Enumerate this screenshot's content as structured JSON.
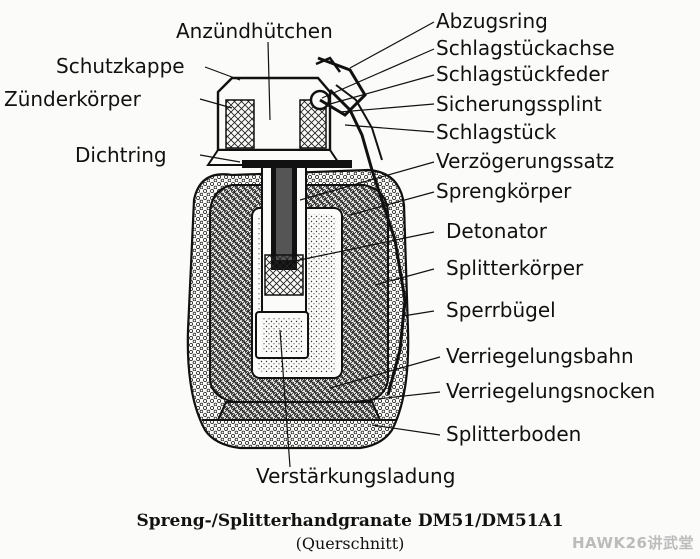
{
  "labels": {
    "anzuendhuetchen": "Anzündhütchen",
    "abzugsring": "Abzugsring",
    "schutzkappe": "Schutzkappe",
    "schlagstueckachse": "Schlagstückachse",
    "zuenderkoerper": "Zünderkörper",
    "schlagstueckfeder": "Schlagstückfeder",
    "sicherungssplint": "Sicherungssplint",
    "dichtring": "Dichtring",
    "schlagstueck": "Schlagstück",
    "verzoegerungssatz": "Verzögerungssatz",
    "sprengkoerper": "Sprengkörper",
    "detonator": "Detonator",
    "splitterkoerper": "Splitterkörper",
    "sperrbuegel": "Sperrbügel",
    "verriegelungsbahn": "Verriegelungsbahn",
    "verriegelungsnocken": "Verriegelungsnocken",
    "splitterboden": "Splitterboden",
    "verstaerkungsladung": "Verstärkungsladung"
  },
  "caption": {
    "title": "Spreng-/Splitterhandgranate DM51/DM51A1",
    "subtitle": "(Querschnitt)"
  },
  "watermark": "HAWK26讲武堂",
  "colors": {
    "ink": "#111111",
    "paper": "#fbfbf9"
  }
}
